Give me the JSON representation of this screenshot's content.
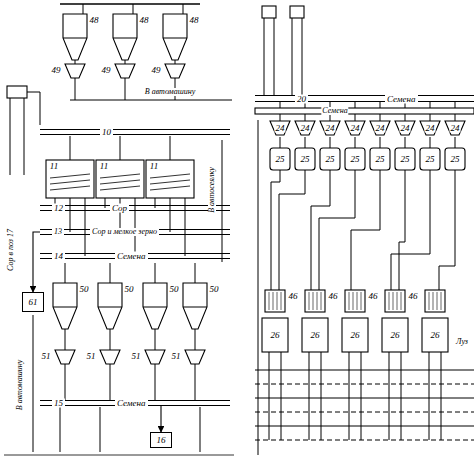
{
  "diagram": {
    "nodes": [
      {
        "text": [
          "10"
        ]
      },
      {
        "text": [
          "12",
          "Сор"
        ]
      },
      {
        "text": [
          "13",
          "Сор и мелкое зерно"
        ]
      },
      {
        "text": [
          "14",
          "Семена"
        ]
      },
      {
        "text": [
          "15",
          "Семена"
        ]
      },
      {
        "text": [
          "20",
          "Семена"
        ]
      },
      {
        "text": [
          "61"
        ]
      },
      {
        "text": [
          "16"
        ]
      }
    ],
    "edges": [
      {
        "from": 2,
        "to": 6,
        "arrow": "to"
      },
      {
        "from": 4,
        "to": 7,
        "arrow": "to"
      }
    ],
    "labels": [
      "48",
      "48",
      "48",
      "49",
      "49",
      "49",
      "В автомашину",
      "11",
      "11",
      "11",
      "Сор в поз 17",
      "В автомашину",
      "В автосеялку",
      "50",
      "50",
      "50",
      "50",
      "51",
      "51",
      "51",
      "51",
      "Семена",
      "24",
      "24",
      "24",
      "24",
      "24",
      "24",
      "24",
      "24",
      "25",
      "25",
      "25",
      "25",
      "25",
      "25",
      "25",
      "25",
      "46",
      "46",
      "46",
      "46",
      "26",
      "26",
      "26",
      "26",
      "26",
      "Луз"
    ]
  }
}
